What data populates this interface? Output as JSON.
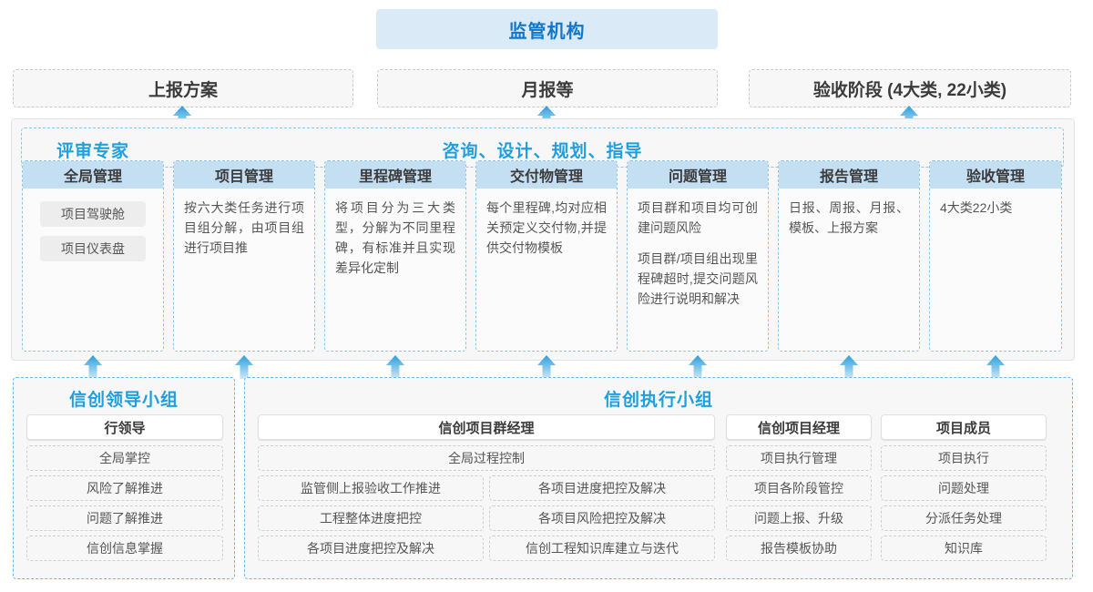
{
  "top": {
    "regulator": "监管机构",
    "reports": [
      "上报方案",
      "月报等",
      "验收阶段 (4大类, 22小类)"
    ]
  },
  "expert_band": {
    "left_label": "评审专家",
    "center_label": "咨询、设计、规划、指导",
    "cards": [
      {
        "title": "全局管理",
        "pills": [
          "项目驾驶舱",
          "项目仪表盘"
        ],
        "paragraphs": []
      },
      {
        "title": "项目管理",
        "pills": [],
        "paragraphs": [
          "按六大类任务进行项目组分解，由项目组进行项目推"
        ]
      },
      {
        "title": "里程碑管理",
        "pills": [],
        "paragraphs": [
          "将项目分为三大类型，分解为不同里程碑，有标准并且实现差异化定制"
        ]
      },
      {
        "title": "交付物管理",
        "pills": [],
        "paragraphs": [
          "每个里程碑,均对应相关预定义交付物,并提供交付物模板"
        ]
      },
      {
        "title": "问题管理",
        "pills": [],
        "paragraphs": [
          "项目群和项目均可创建问题风险",
          "项目群/项目组出现里程碑超时,提交问题风险进行说明和解决"
        ]
      },
      {
        "title": "报告管理",
        "pills": [],
        "paragraphs": [
          "日报、周报、月报、模板、上报方案"
        ]
      },
      {
        "title": "验收管理",
        "pills": [],
        "paragraphs": [
          "4大类22小类"
        ]
      }
    ]
  },
  "bottom": {
    "leader_group": {
      "title": "信创领导小组",
      "role": "行领导",
      "items": [
        "全局掌控",
        "风险了解推进",
        "问题了解推进",
        "信创信息掌握"
      ]
    },
    "exec_group": {
      "title": "信创执行小组",
      "pm_group": {
        "role": "信创项目群经理",
        "wide_item": "全局过程控制",
        "left_items": [
          "监管侧上报验收工作推进",
          "工程整体进度把控",
          "各项目进度把控及解决"
        ],
        "right_items": [
          "各项目进度把控及解决",
          "各项目风险把控及解决",
          "信创工程知识库建立与迭代"
        ]
      },
      "pm": {
        "role": "信创项目经理",
        "items": [
          "项目执行管理",
          "项目各阶段管控",
          "问题上报、升级",
          "报告模板协助"
        ]
      },
      "member": {
        "role": "项目成员",
        "items": [
          "项目执行",
          "问题处理",
          "分派任务处理",
          "知识库"
        ]
      }
    }
  },
  "colors": {
    "accent_blue": "#1f9fe0",
    "header_blue": "#c5dff2",
    "regulator_bg": "#dbeaf7",
    "arrow_blue": "#2b9fdc"
  },
  "icons": {
    "arrow_up": "arrow-up-icon"
  }
}
